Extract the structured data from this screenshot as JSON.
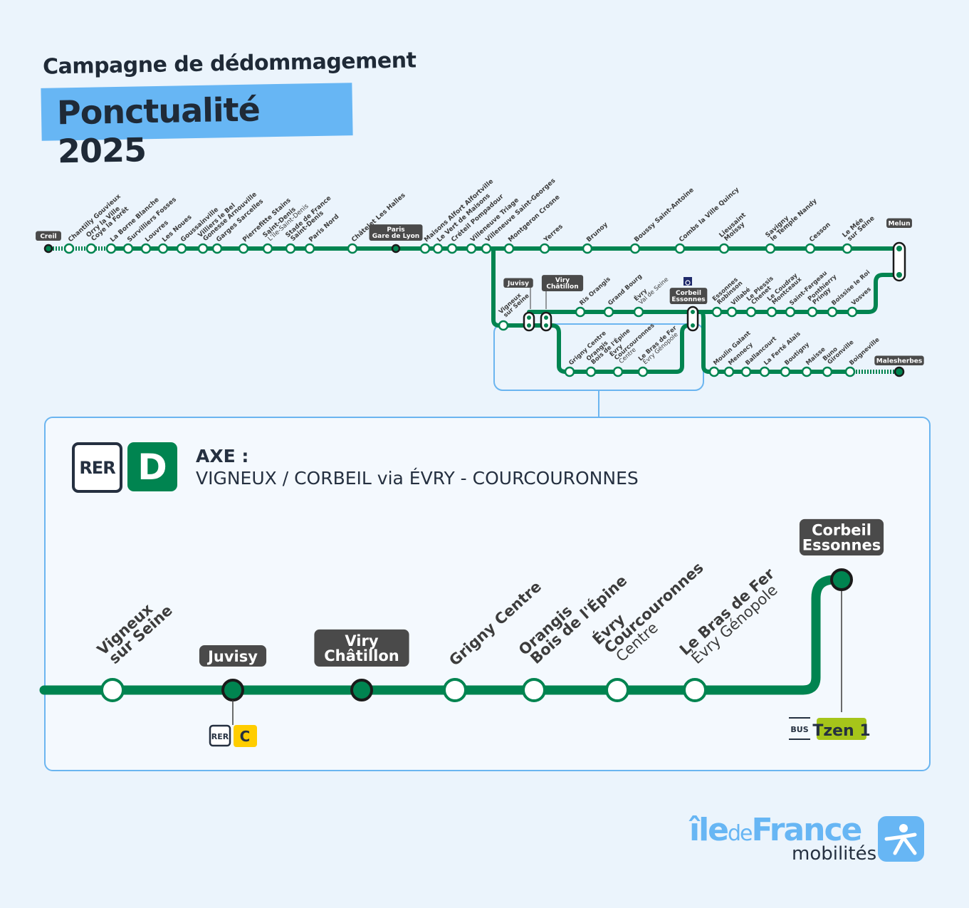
{
  "header": {
    "campaign": "Campagne de dédommagement",
    "title": "Ponctualité 2025"
  },
  "colors": {
    "line": "#008450",
    "accent": "#67b6f4",
    "label_box": "#4a4a4a",
    "tzen": "#a6c51a",
    "rer_c": "#ffcd00"
  },
  "overview_map": {
    "main_line": [
      {
        "l1": "Creil",
        "box": true
      },
      {
        "l1": "Chantilly Gouvieux"
      },
      {
        "l1": "Orry la Ville",
        "l2": "Coye la Forêt"
      },
      {
        "l1": "La Borne Blanche"
      },
      {
        "l1": "Survilliers Fosses"
      },
      {
        "l1": "Louvres"
      },
      {
        "l1": "Les Noues"
      },
      {
        "l1": "Goussainville"
      },
      {
        "l1": "Villiers le Bel",
        "l2": "Gonesse Arnouville"
      },
      {
        "l1": "Garges Sarcelles"
      },
      {
        "l1": "Pierrefitte Stains"
      },
      {
        "l1": "Saint-Denis",
        "l3": "L'Île-Saint-Denis"
      },
      {
        "l1": "Stade de France",
        "l2": "Saint-Denis"
      },
      {
        "l1": "Paris Nord"
      },
      {
        "l1": "Châtelet Les Halles"
      },
      {
        "l1": "Paris",
        "l2": "Gare de Lyon",
        "box": true
      },
      {
        "l1": "Maisons Alfort Alfortville"
      },
      {
        "l1": "Le Vert de Maisons"
      },
      {
        "l1": "Créteil Pompadour"
      },
      {
        "l1": "Villeneuve Triage"
      },
      {
        "l1": "Villeneuve Saint-Georges"
      },
      {
        "l1": "Montgeron Crosne"
      },
      {
        "l1": "Yerres"
      },
      {
        "l1": "Brunoy"
      },
      {
        "l1": "Boussy Saint-Antoine"
      },
      {
        "l1": "Combs la Ville Quincy"
      },
      {
        "l1": "Lieusaint",
        "l2": "Moissy"
      },
      {
        "l1": "Savigny",
        "l2": "le Temple Nandy"
      },
      {
        "l1": "Cesson"
      },
      {
        "l1": "Le Mée",
        "l2": "sur Seine"
      },
      {
        "l1": "Melun",
        "box": true
      }
    ],
    "juvisy_branch": [
      {
        "l1": "Vigneux",
        "l2": "sur Seine"
      },
      {
        "l1": "Juvisy",
        "box": true
      },
      {
        "l1": "Viry",
        "l2": "Châtillon",
        "box": true
      }
    ],
    "upper_branch": [
      {
        "l1": "Ris Orangis"
      },
      {
        "l1": "Grand Bourg"
      },
      {
        "l1": "Évry",
        "l3": "Val de Seine"
      },
      {
        "l1": "Corbeil",
        "l2": "Essonnes",
        "box": true
      },
      {
        "l1": "Essonnes",
        "l2": "Robinson"
      },
      {
        "l1": "Villabé"
      },
      {
        "l1": "Le Plessis",
        "l2": "Chenet"
      },
      {
        "l1": "Le Coudray",
        "l2": "Montceaux"
      },
      {
        "l1": "Saint-Fargeau"
      },
      {
        "l1": "Ponthierry",
        "l2": "Pringy"
      },
      {
        "l1": "Boissise le Roi"
      },
      {
        "l1": "Vosves"
      }
    ],
    "loop_branch": [
      {
        "l1": "Grigny Centre"
      },
      {
        "l1": "Orangis",
        "l2": "Bois de l'Épine"
      },
      {
        "l1": "Évry",
        "l2": "Courcouronnes",
        "l3": "Centre"
      },
      {
        "l1": "Le Bras de Fer",
        "l3": "Évry Génopole"
      }
    ],
    "malesherbes_branch": [
      {
        "l1": "Moulin Galant"
      },
      {
        "l1": "Mennecy"
      },
      {
        "l1": "Ballancourt"
      },
      {
        "l1": "La Ferté Alais"
      },
      {
        "l1": "Boutigny"
      },
      {
        "l1": "Maisse"
      },
      {
        "l1": "Buno",
        "l2": "Gironville"
      },
      {
        "l1": "Boigneville"
      },
      {
        "l1": "Malesherbes",
        "box": true
      }
    ],
    "accessibility_icon": "wheelchair-icon"
  },
  "detail": {
    "rer_label": "RER",
    "line_letter": "D",
    "axe_label": "AXE :",
    "axe_name": "VIGNEUX / CORBEIL via ÉVRY - COURCOURONNES",
    "stations": [
      {
        "l1": "Vigneux",
        "l2": "sur Seine"
      },
      {
        "l1": "Juvisy",
        "box": true
      },
      {
        "l1": "Viry",
        "l2": "Châtillon",
        "box": true
      },
      {
        "l1": "Grigny Centre"
      },
      {
        "l1": "Orangis",
        "l2": "Bois de l'Épine"
      },
      {
        "l1": "Évry",
        "l2": "Courcouronnes",
        "l3": "Centre"
      },
      {
        "l1": "Le Bras de Fer",
        "l3": "Évry Génopole"
      },
      {
        "l1": "Corbeil",
        "l2": "Essonnes",
        "box": true
      }
    ],
    "connections": {
      "juvisy": {
        "mode": "RER",
        "line": "C"
      },
      "corbeil": {
        "mode": "BUS",
        "line": "Tzen 1"
      }
    }
  },
  "logo": {
    "ile": "île",
    "de": "de",
    "france": "France",
    "mobilites": "mobilités"
  }
}
